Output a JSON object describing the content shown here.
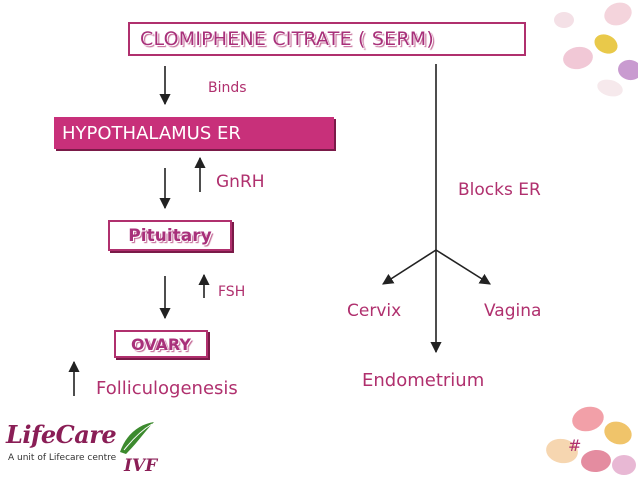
{
  "boxes": {
    "title": "CLOMIPHENE CITRATE ( SERM)",
    "hypothalamus": "HYPOTHALAMUS ER",
    "pituitary": "Pituitary",
    "ovary": "OVARY"
  },
  "labels": {
    "binds": "Binds",
    "gnrh": "GnRH",
    "fsh": "FSH",
    "folliculogenesis": "Folliculogenesis",
    "blocks_er": "Blocks ER",
    "cervix": "Cervix",
    "vagina": "Vagina",
    "endometrium": "Endometrium"
  },
  "slide_number": "#",
  "logo": {
    "name": "LifeCare",
    "tagline": "A unit of Lifecare centre",
    "ivf": "IVF"
  },
  "colors": {
    "accent": "#b0306e",
    "box_fill": "#c8307a",
    "arrow": "#222222"
  }
}
